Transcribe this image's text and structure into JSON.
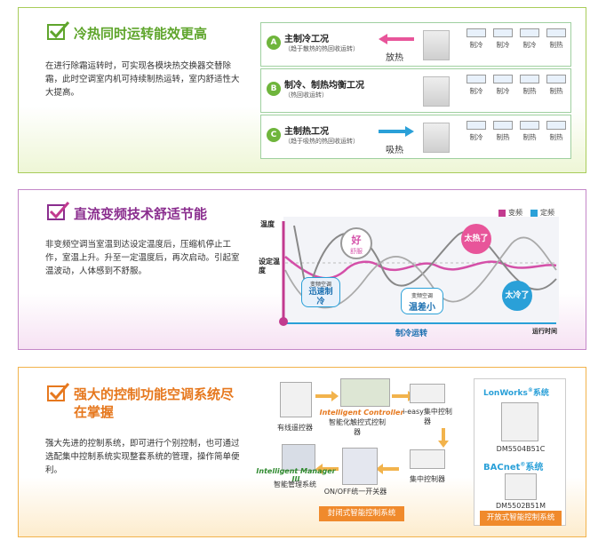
{
  "section1": {
    "title": "冷热同时运转能效更高",
    "desc": "在进行除霜运转时，可实现各模块热交换器交替除霜，此时空调室内机可持续制热运转，室内舒适性大大提高。",
    "modes": [
      {
        "badge": "A",
        "title": "主制冷工况",
        "sub": "（趋于散热的热回收运转）",
        "side": "放热",
        "rooms": [
          "制冷",
          "制冷",
          "制冷",
          "制热"
        ]
      },
      {
        "badge": "B",
        "title": "制冷、制热均衡工况",
        "sub": "（热回收运转）",
        "side": "",
        "rooms": [
          "制冷",
          "制冷",
          "制热",
          "制热"
        ]
      },
      {
        "badge": "C",
        "title": "主制热工况",
        "sub": "（趋于吸热的热回收运转）",
        "side": "吸热",
        "rooms": [
          "制冷",
          "制热",
          "制热",
          "制热"
        ]
      }
    ],
    "colors": {
      "accent": "#6fb53c",
      "heat": "#e8559a",
      "cool": "#2aa0d8"
    }
  },
  "section2": {
    "title": "直流变频技术舒适节能",
    "desc": "非变频空调当室温到达设定温度后，压缩机停止工作，室温上升。升至一定温度后，再次启动。引起室温波动，人体感到不舒服。",
    "legend": [
      "变频",
      "定频"
    ],
    "ylabel": "温度",
    "setlabel": "设定温度",
    "bubbles": {
      "good": "好",
      "good_sub": "舒服",
      "fast_sub": "变频空调",
      "fast": "迅速制冷",
      "diff_sub": "变频空调",
      "diff": "温差小",
      "hot": "太热了",
      "cold": "太冷了"
    },
    "xaxis": "制冷运转",
    "xend": "运行时间"
  },
  "section3": {
    "title": "强大的控制功能空调系统尽在掌握",
    "desc": "强大先进的控制系统，即可进行个别控制，也可通过选配集中控制系统实现整套系统的管理，操作简单便利。",
    "devices": {
      "wired": "有线遥控器",
      "ic_logo": "Intelligent Controller",
      "ic": "智能化触控式控制器",
      "ieasy": "i-easy集中控制器",
      "central": "集中控制器",
      "im_logo": "Intelligent Manager III",
      "im": "智能管理系统",
      "onoff": "ON/OFF统一开关器"
    },
    "closed": "封闭式智能控制系统",
    "open": "开放式智能控制系统",
    "lonworks": "LonWorks",
    "lon_suffix": "系统",
    "lon_model": "DM5504B51C",
    "bacnet": "BACnet",
    "bac_suffix": "系统",
    "bac_model": "DM5502B51M"
  }
}
